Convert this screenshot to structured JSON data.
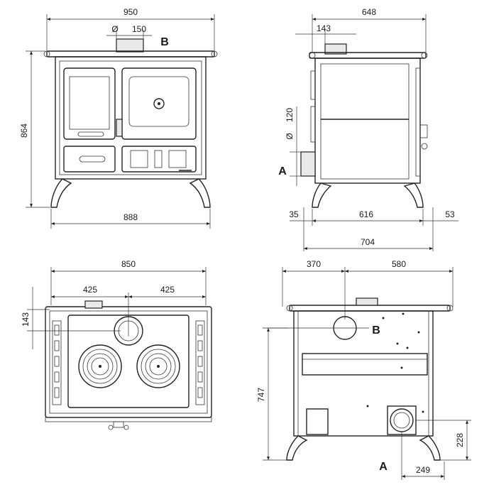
{
  "front_view": {
    "width_total": "950",
    "height_total": "864",
    "width_base": "888",
    "flue_diameter_prefix": "Ø",
    "flue_diameter": "150",
    "outlet_label": "B"
  },
  "side_view": {
    "depth_total": "648",
    "flue_offset": "143",
    "inlet_diameter_prefix": "Ø",
    "inlet_diameter": "120",
    "inlet_label": "A",
    "leg_front": "35",
    "body_depth": "616",
    "leg_back": "53",
    "depth_overall": "704"
  },
  "top_view": {
    "width": "850",
    "half_left": "425",
    "half_right": "425",
    "flue_offset": "143"
  },
  "rear_view": {
    "left_offset": "370",
    "right_offset": "580",
    "height": "747",
    "outlet_label": "B",
    "inlet_height": "228",
    "inlet_offset": "249",
    "inlet_label": "A"
  }
}
